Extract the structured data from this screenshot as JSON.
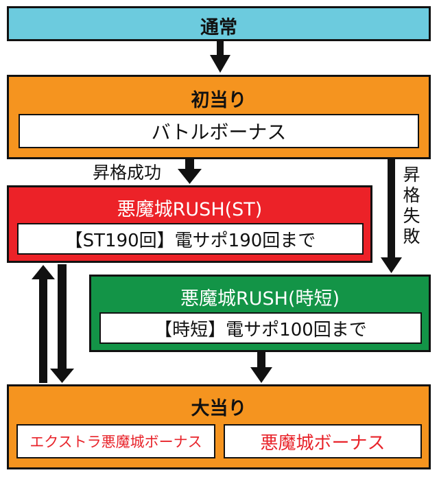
{
  "normal": {
    "title": "通常",
    "color": "#6ccbde"
  },
  "first_hit": {
    "title": "初当り",
    "inner": "バトルボーナス",
    "color": "#f5941f"
  },
  "rush_st": {
    "title": "悪魔城RUSH(ST)",
    "inner": "【ST190回】電サポ190回まで",
    "color": "#ec2228"
  },
  "rush_jitan": {
    "title": "悪魔城RUSH(時短)",
    "inner": "【時短】電サポ100回まで",
    "color": "#139447"
  },
  "big_hit": {
    "title": "大当り",
    "inner_left": "エクストラ悪魔城ボーナス",
    "inner_right": "悪魔城ボーナス",
    "color": "#f5941f",
    "inner_text_color": "#e8232a"
  },
  "labels": {
    "promotion_success": "昇格成功",
    "promotion_fail": [
      "昇",
      "格",
      "失",
      "敗"
    ]
  }
}
